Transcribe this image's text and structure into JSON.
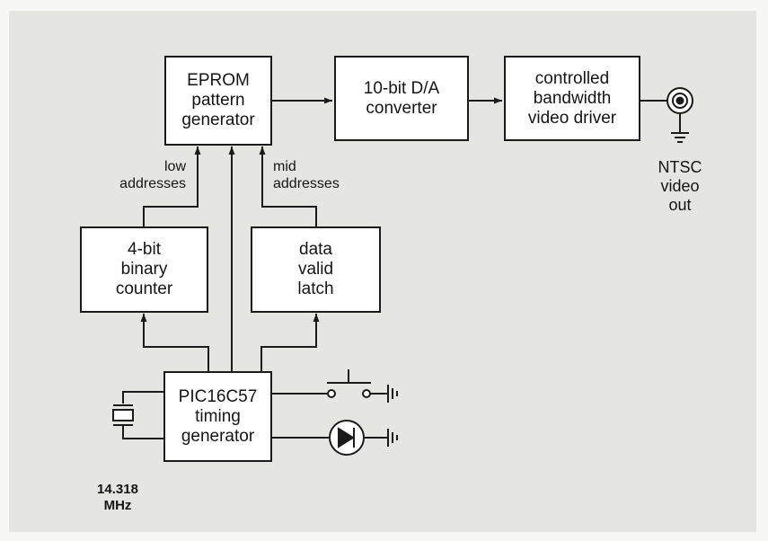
{
  "diagram": {
    "blocks": {
      "eprom": "EPROM\npattern\ngenerator",
      "dac": "10-bit D/A\nconverter",
      "driver": "controlled\nbandwidth\nvideo driver",
      "counter": "4-bit\nbinary\ncounter",
      "latch": "data\nvalid\nlatch",
      "pic": "PIC16C57\ntiming\ngenerator"
    },
    "labels": {
      "low_addresses": "low\naddresses",
      "mid_addresses": "mid\naddresses",
      "ntsc_out": "NTSC\nvideo\nout",
      "crystal_freq": "14.318\nMHz"
    }
  }
}
